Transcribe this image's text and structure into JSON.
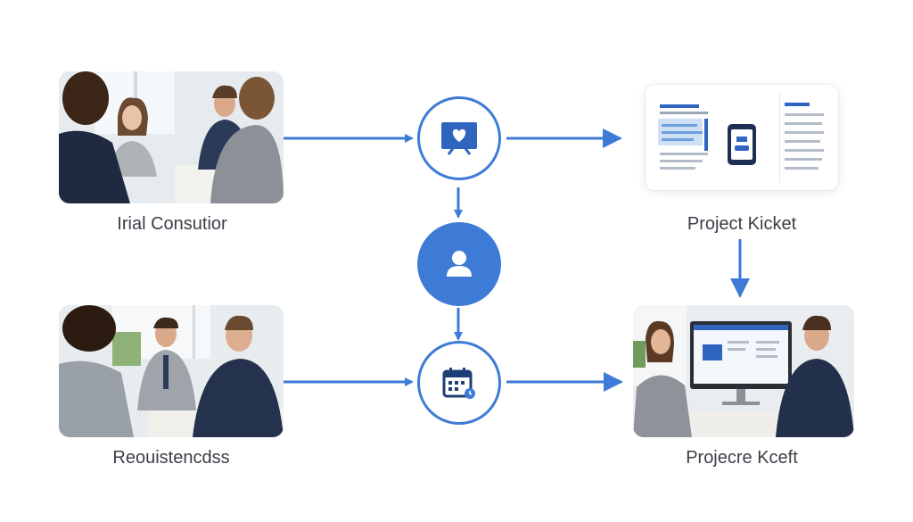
{
  "labels": {
    "top_left": "Irial Consutior",
    "bottom_left": "Reouistencdss",
    "top_right": "Project Kicket",
    "bottom_right": "Projecre Kceft"
  },
  "icons": {
    "hub_top": "image-heart-icon",
    "hub_middle": "user-icon",
    "hub_bottom": "calendar-icon",
    "doc_phone": "mobile-phone-icon"
  },
  "colors": {
    "accent": "#3d7bd6",
    "label_text": "#3a3f47"
  }
}
